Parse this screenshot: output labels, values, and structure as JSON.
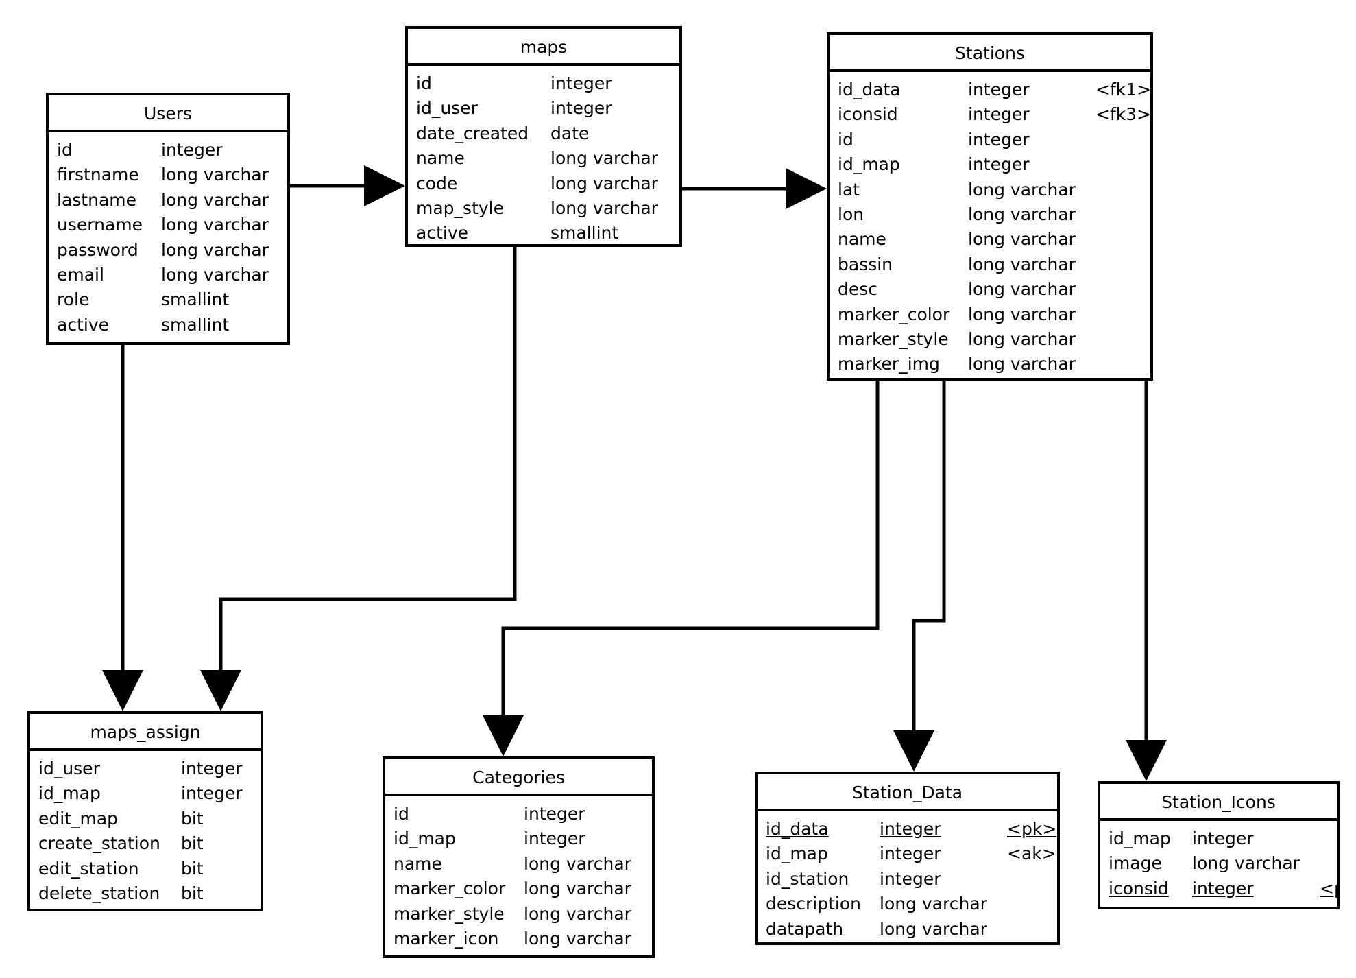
{
  "entities": {
    "users": {
      "title": "Users",
      "columns": [
        {
          "name": "id",
          "type": "integer"
        },
        {
          "name": "firstname",
          "type": "long varchar"
        },
        {
          "name": "lastname",
          "type": "long varchar"
        },
        {
          "name": "username",
          "type": "long varchar"
        },
        {
          "name": "password",
          "type": "long varchar"
        },
        {
          "name": "email",
          "type": "long varchar"
        },
        {
          "name": "role",
          "type": "smallint"
        },
        {
          "name": "active",
          "type": "smallint"
        }
      ]
    },
    "maps": {
      "title": "maps",
      "columns": [
        {
          "name": "id",
          "type": "integer"
        },
        {
          "name": "id_user",
          "type": "integer"
        },
        {
          "name": "date_created",
          "type": "date"
        },
        {
          "name": "name",
          "type": "long varchar"
        },
        {
          "name": "code",
          "type": "long varchar"
        },
        {
          "name": "map_style",
          "type": "long varchar"
        },
        {
          "name": "active",
          "type": "smallint"
        }
      ]
    },
    "stations": {
      "title": "Stations",
      "columns": [
        {
          "name": "id_data",
          "type": "integer",
          "key": "<fk1>"
        },
        {
          "name": "iconsid",
          "type": "integer",
          "key": "<fk3>"
        },
        {
          "name": "id",
          "type": "integer"
        },
        {
          "name": "id_map",
          "type": "integer"
        },
        {
          "name": "lat",
          "type": "long varchar"
        },
        {
          "name": "lon",
          "type": "long varchar"
        },
        {
          "name": "name",
          "type": "long varchar"
        },
        {
          "name": "bassin",
          "type": "long varchar"
        },
        {
          "name": "desc",
          "type": "long varchar"
        },
        {
          "name": "marker_color",
          "type": "long varchar"
        },
        {
          "name": "marker_style",
          "type": "long varchar"
        },
        {
          "name": "marker_img",
          "type": "long varchar"
        }
      ]
    },
    "maps_assign": {
      "title": "maps_assign",
      "columns": [
        {
          "name": "id_user",
          "type": "integer"
        },
        {
          "name": "id_map",
          "type": "integer"
        },
        {
          "name": "edit_map",
          "type": "bit"
        },
        {
          "name": "create_station",
          "type": "bit"
        },
        {
          "name": "edit_station",
          "type": "bit"
        },
        {
          "name": "delete_station",
          "type": "bit"
        }
      ]
    },
    "categories": {
      "title": "Categories",
      "columns": [
        {
          "name": "id",
          "type": "integer"
        },
        {
          "name": "id_map",
          "type": "integer"
        },
        {
          "name": "name",
          "type": "long varchar"
        },
        {
          "name": "marker_color",
          "type": "long varchar"
        },
        {
          "name": "marker_style",
          "type": "long varchar"
        },
        {
          "name": "marker_icon",
          "type": "long varchar"
        }
      ]
    },
    "station_data": {
      "title": "Station_Data",
      "columns": [
        {
          "name": "id_data",
          "type": "integer",
          "key": "<pk>",
          "underline": true
        },
        {
          "name": "id_map",
          "type": "integer",
          "key": "<ak>"
        },
        {
          "name": "id_station",
          "type": "integer"
        },
        {
          "name": "description",
          "type": "long varchar"
        },
        {
          "name": "datapath",
          "type": "long varchar"
        }
      ]
    },
    "station_icons": {
      "title": "Station_Icons",
      "columns": [
        {
          "name": "id_map",
          "type": "integer"
        },
        {
          "name": "image",
          "type": "long varchar"
        },
        {
          "name": "iconsid",
          "type": "integer",
          "key": "<p",
          "underline": true
        }
      ]
    }
  }
}
